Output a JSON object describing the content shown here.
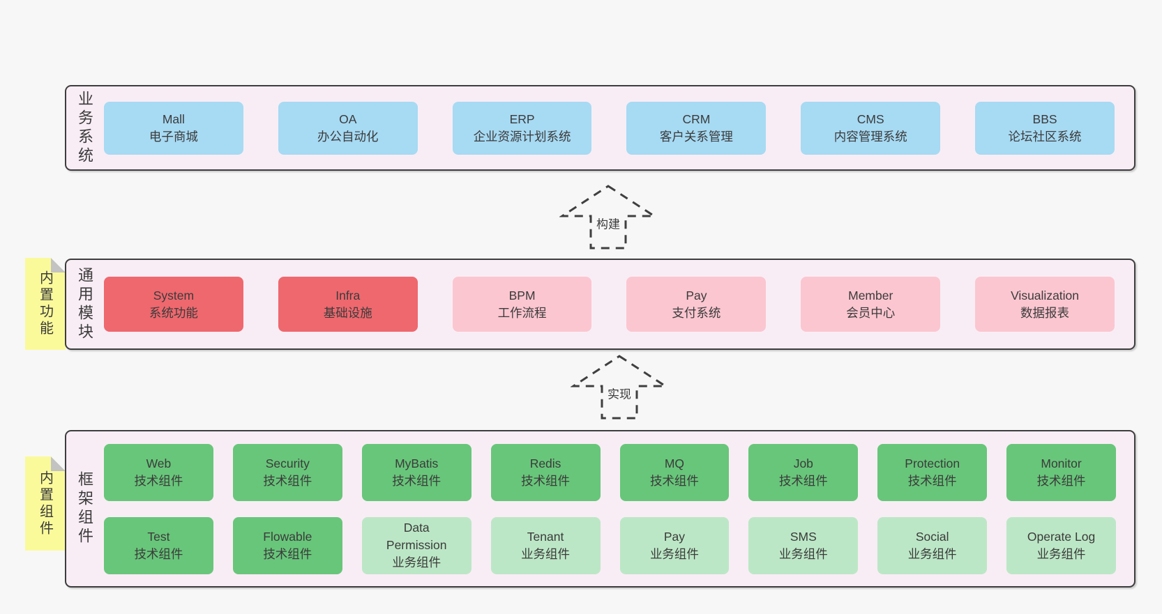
{
  "colors": {
    "page_bg": "#f7f7f7",
    "panel_bg": "#f8edf5",
    "panel_border": "#3d3d3d",
    "text": "#3b3b3b",
    "blue": "#a7daf3",
    "red": "#ee686e",
    "pink": "#fbc6d0",
    "green": "#68c67a",
    "light_green": "#bce7c6",
    "yellow": "#fafa9b",
    "fold_gray": "#c3c3c3",
    "arrow_stroke": "#3f3f3f"
  },
  "business": {
    "label": "业务系统",
    "boxes": [
      {
        "en": "Mall",
        "zh": "电子商城",
        "variant": "blue"
      },
      {
        "en": "OA",
        "zh": "办公自动化",
        "variant": "blue"
      },
      {
        "en": "ERP",
        "zh": "企业资源计划系统",
        "variant": "blue"
      },
      {
        "en": "CRM",
        "zh": "客户关系管理",
        "variant": "blue"
      },
      {
        "en": "CMS",
        "zh": "内容管理系统",
        "variant": "blue"
      },
      {
        "en": "BBS",
        "zh": "论坛社区系统",
        "variant": "blue"
      }
    ]
  },
  "build_arrow": {
    "label": "构建"
  },
  "modules": {
    "label": "通用模块",
    "note": "内置功能",
    "boxes": [
      {
        "en": "System",
        "zh": "系统功能",
        "variant": "red"
      },
      {
        "en": "Infra",
        "zh": "基础设施",
        "variant": "red"
      },
      {
        "en": "BPM",
        "zh": "工作流程",
        "variant": "pink"
      },
      {
        "en": "Pay",
        "zh": "支付系统",
        "variant": "pink"
      },
      {
        "en": "Member",
        "zh": "会员中心",
        "variant": "pink"
      },
      {
        "en": "Visualization",
        "zh": "数据报表",
        "variant": "pink"
      }
    ]
  },
  "implement_arrow": {
    "label": "实现"
  },
  "framework": {
    "label": "框架组件",
    "note": "内置组件",
    "row1": [
      {
        "en": "Web",
        "zh": "技术组件",
        "variant": "green"
      },
      {
        "en": "Security",
        "zh": "技术组件",
        "variant": "green"
      },
      {
        "en": "MyBatis",
        "zh": "技术组件",
        "variant": "green"
      },
      {
        "en": "Redis",
        "zh": "技术组件",
        "variant": "green"
      },
      {
        "en": "MQ",
        "zh": "技术组件",
        "variant": "green"
      },
      {
        "en": "Job",
        "zh": "技术组件",
        "variant": "green"
      },
      {
        "en": "Protection",
        "zh": "技术组件",
        "variant": "green"
      },
      {
        "en": "Monitor",
        "zh": "技术组件",
        "variant": "green"
      }
    ],
    "row2": [
      {
        "en": "Test",
        "zh": "技术组件",
        "variant": "green"
      },
      {
        "en": "Flowable",
        "zh": "技术组件",
        "variant": "green"
      },
      {
        "en": "Data\nPermission",
        "zh": "业务组件",
        "variant": "light_green"
      },
      {
        "en": "Tenant",
        "zh": "业务组件",
        "variant": "light_green"
      },
      {
        "en": "Pay",
        "zh": "业务组件",
        "variant": "light_green"
      },
      {
        "en": "SMS",
        "zh": "业务组件",
        "variant": "light_green"
      },
      {
        "en": "Social",
        "zh": "业务组件",
        "variant": "light_green"
      },
      {
        "en": "Operate Log",
        "zh": "业务组件",
        "variant": "light_green"
      }
    ]
  }
}
